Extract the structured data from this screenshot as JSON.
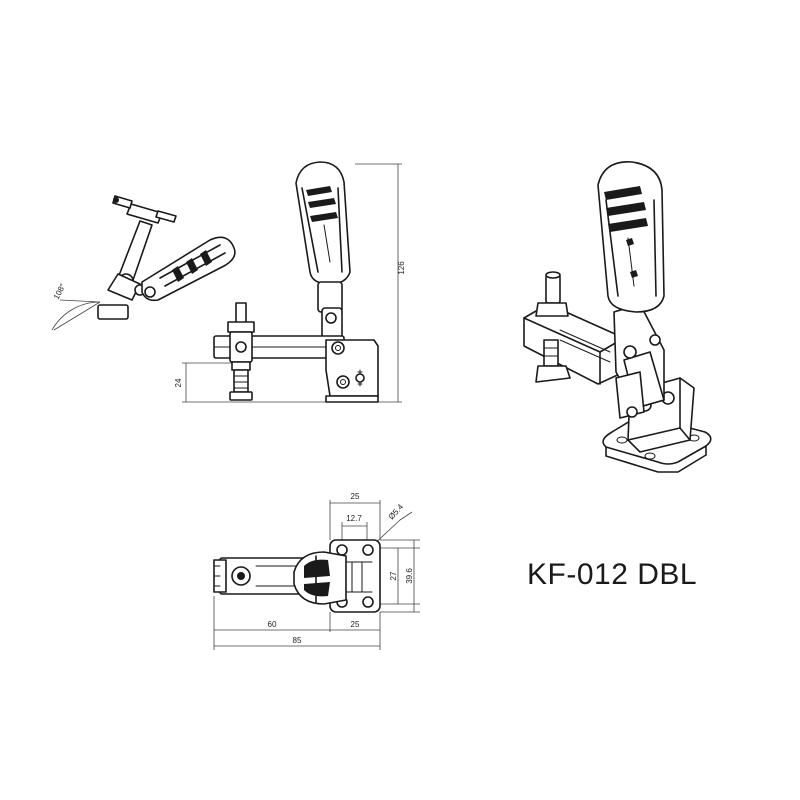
{
  "title": "KF-012 DBL",
  "angle_label": "108°",
  "dims": {
    "height": "126",
    "spindle_height": "24",
    "base_width": "25",
    "hole_spacing": "12.7",
    "hole_diameter": "Ø5.4",
    "hole_pitch": "27",
    "base_depth": "39.6",
    "arm_reach": "60",
    "base_length": "25",
    "overall_length": "85"
  }
}
